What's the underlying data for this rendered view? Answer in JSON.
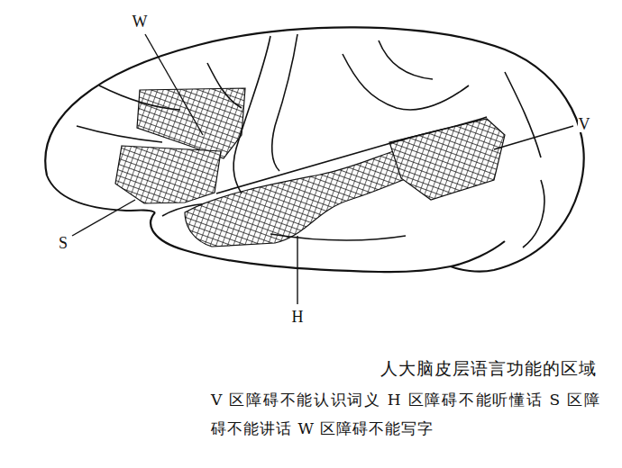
{
  "diagram": {
    "title": "人大脑皮层语言功能的区域",
    "caption": "V 区障碍不能认识词义 H 区障碍不能听懂话 S 区障碍不能讲话 W 区障碍不能写字",
    "labels": [
      "W",
      "V",
      "S",
      "H"
    ]
  }
}
